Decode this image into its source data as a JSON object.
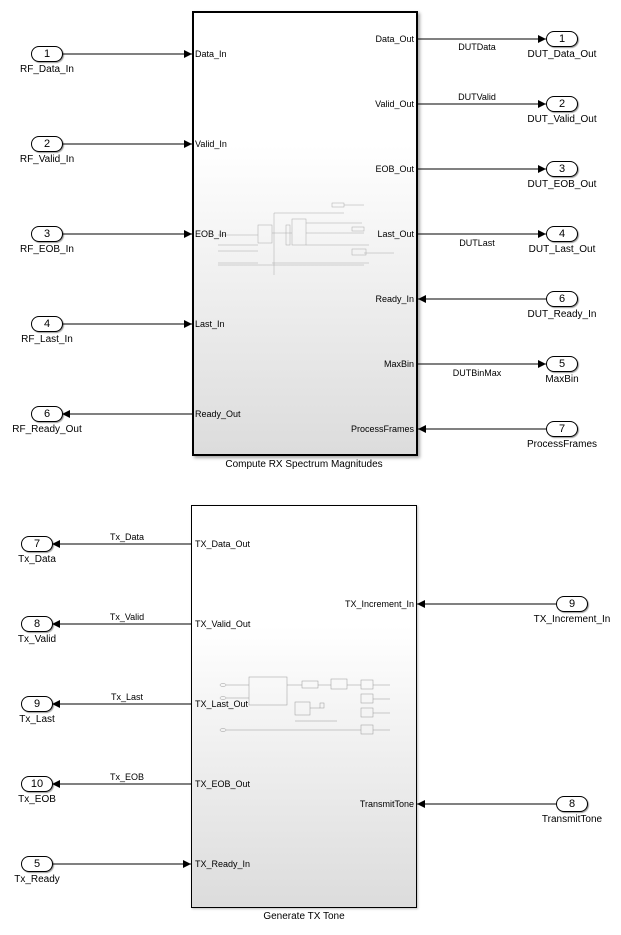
{
  "rx_block": {
    "name": "Compute RX Spectrum Magnitudes",
    "inputs": [
      "Data_In",
      "Valid_In",
      "EOB_In",
      "Last_In",
      "Ready_Out"
    ],
    "outputs": [
      "Data_Out",
      "Valid_Out",
      "EOB_Out",
      "Last_Out",
      "Ready_In",
      "MaxBin",
      "ProcessFrames"
    ]
  },
  "tx_block": {
    "name": "Generate TX Tone",
    "left_ports": [
      "TX_Data_Out",
      "TX_Valid_Out",
      "TX_Last_Out",
      "TX_EOB_Out",
      "TX_Ready_In"
    ],
    "right_ports": [
      "TX_Increment_In",
      "TransmitTone"
    ]
  },
  "rx_left_ports": [
    {
      "num": "1",
      "name": "RF_Data_In"
    },
    {
      "num": "2",
      "name": "RF_Valid_In"
    },
    {
      "num": "3",
      "name": "RF_EOB_In"
    },
    {
      "num": "4",
      "name": "RF_Last_In"
    },
    {
      "num": "6",
      "name": "RF_Ready_Out"
    }
  ],
  "rx_right_ports": [
    {
      "num": "1",
      "name": "DUT_Data_Out",
      "signal": "DUTData"
    },
    {
      "num": "2",
      "name": "DUT_Valid_Out",
      "signal": "DUTValid"
    },
    {
      "num": "3",
      "name": "DUT_EOB_Out",
      "signal": ""
    },
    {
      "num": "4",
      "name": "DUT_Last_Out",
      "signal": "DUTLast"
    },
    {
      "num": "6",
      "name": "DUT_Ready_In",
      "signal": ""
    },
    {
      "num": "5",
      "name": "MaxBin",
      "signal": "DUTBinMax"
    },
    {
      "num": "7",
      "name": "ProcessFrames",
      "signal": ""
    }
  ],
  "tx_left_ports": [
    {
      "num": "7",
      "name": "Tx_Data",
      "signal": "Tx_Data"
    },
    {
      "num": "8",
      "name": "Tx_Valid",
      "signal": "Tx_Valid"
    },
    {
      "num": "9",
      "name": "Tx_Last",
      "signal": "Tx_Last"
    },
    {
      "num": "10",
      "name": "Tx_EOB",
      "signal": "Tx_EOB"
    },
    {
      "num": "5",
      "name": "Tx_Ready",
      "signal": ""
    }
  ],
  "tx_right_ports": [
    {
      "num": "9",
      "name": "TX_Increment_In"
    },
    {
      "num": "8",
      "name": "TransmitTone"
    }
  ]
}
